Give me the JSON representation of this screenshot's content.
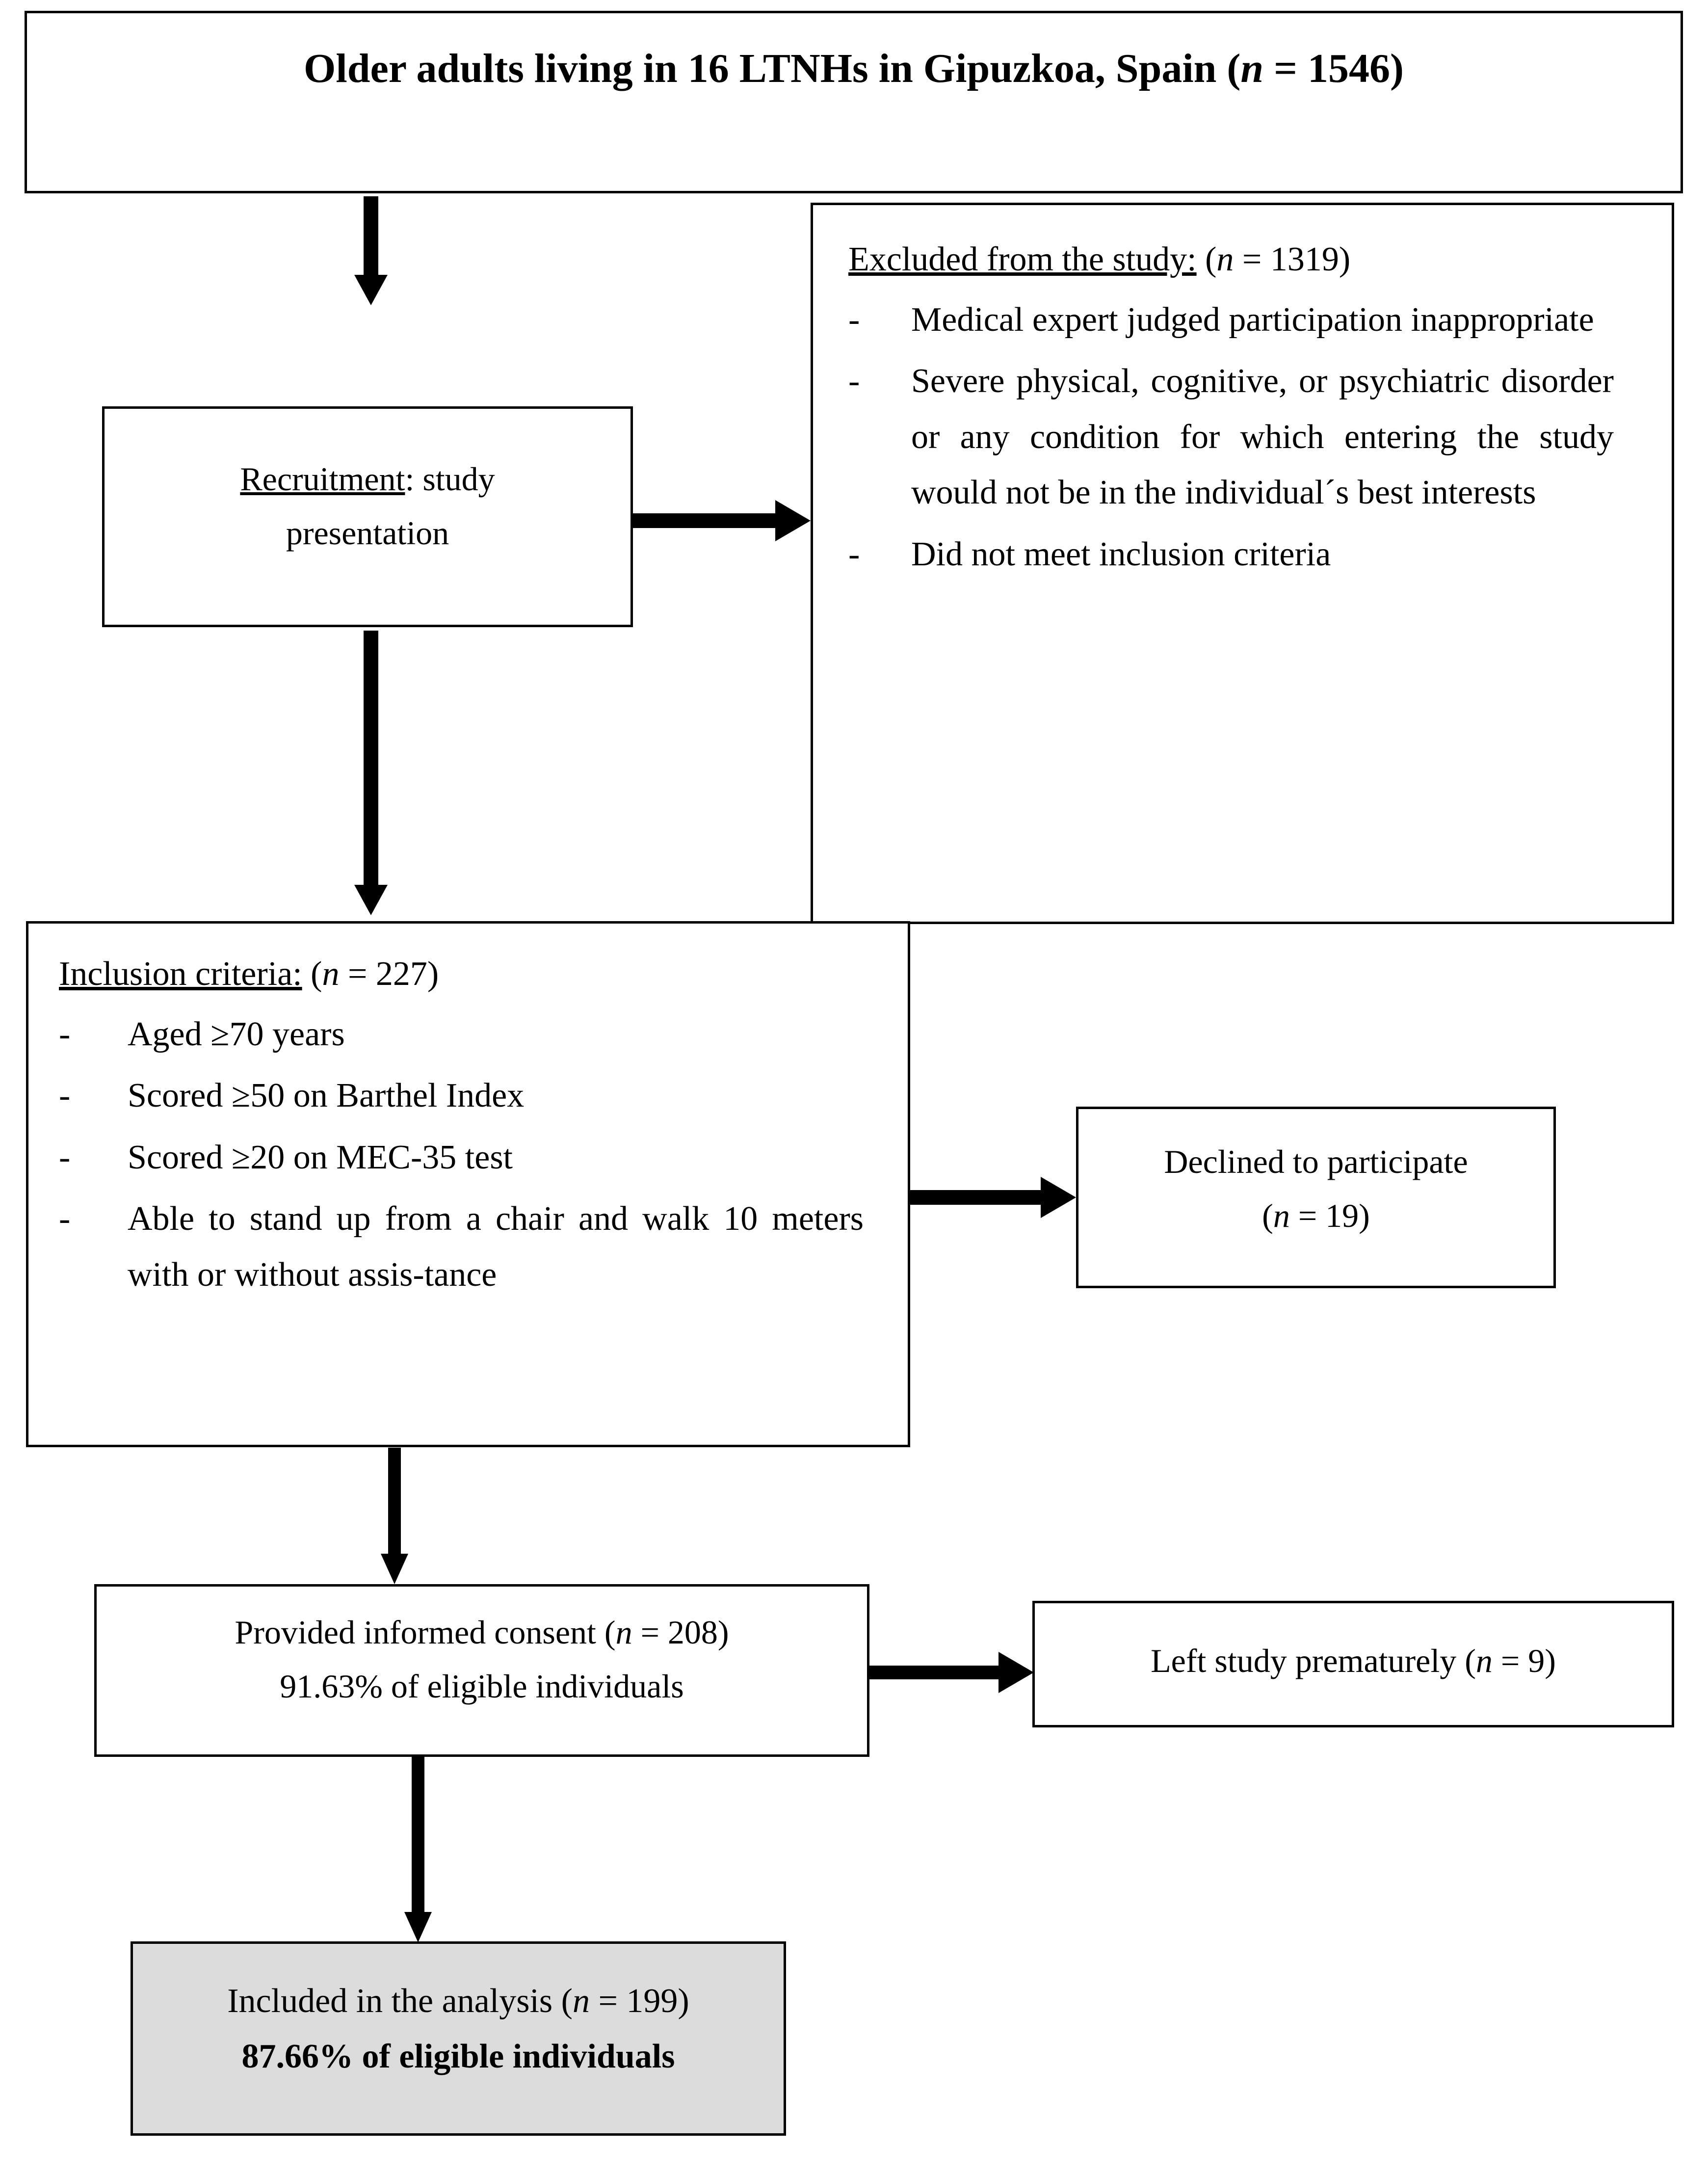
{
  "figure": {
    "type": "participant-flow-diagram",
    "title_box": {
      "text_before_italic": "Older adults living in 16 LTNHs in Gipuzkoa, Spain (",
      "italic_n": "n",
      "text_after_italic": " = 1546)"
    },
    "recruitment_box": {
      "label": "Recruitment",
      "rest": ": study",
      "line2": "presentation"
    },
    "excluded_box": {
      "header_label": "Excluded from the study:",
      "header_paren_open": " (",
      "header_italic_n": "n",
      "header_paren_rest": " = 1319)",
      "bullet_marker": "-",
      "bullets": [
        "Medical expert judged participation inappropriate",
        "Severe physical, cognitive, or psychiatric disorder or any condition for which entering the study would not be in the individual´s best interests",
        "Did not meet inclusion criteria"
      ]
    },
    "inclusion_box": {
      "header_label": "Inclusion criteria:",
      "header_paren_open": " (",
      "header_italic_n": "n",
      "header_paren_rest": " = 227)",
      "bullet_marker": "-",
      "bullets": [
        "Aged ≥70 years",
        "Scored ≥50 on Barthel Index",
        "Scored ≥20 on MEC-35 test",
        "Able to stand up from a chair and walk 10 meters with or without assis-tance"
      ]
    },
    "declined_box": {
      "line1": "Declined to participate",
      "line2_open": "(",
      "line2_italic_n": "n",
      "line2_rest": " = 19)"
    },
    "consent_box": {
      "line1_before": "Provided informed consent (",
      "line1_italic_n": "n",
      "line1_after": " = 208)",
      "line2": "91.63% of eligible individuals"
    },
    "left_study_box": {
      "before": "Left study prematurely (",
      "italic_n": "n",
      "after": " = 9)"
    },
    "included_box": {
      "line1_before": "Included in the analysis (",
      "line1_italic_n": "n",
      "line1_after": " = 199)",
      "line2": "87.66% of eligible individuals"
    },
    "colors": {
      "page_background": "#ffffff",
      "box_border": "#000000",
      "box_fill": "#ffffff",
      "highlight_box_fill": "#dcdcdc",
      "arrow": "#000000",
      "text": "#000000"
    }
  }
}
